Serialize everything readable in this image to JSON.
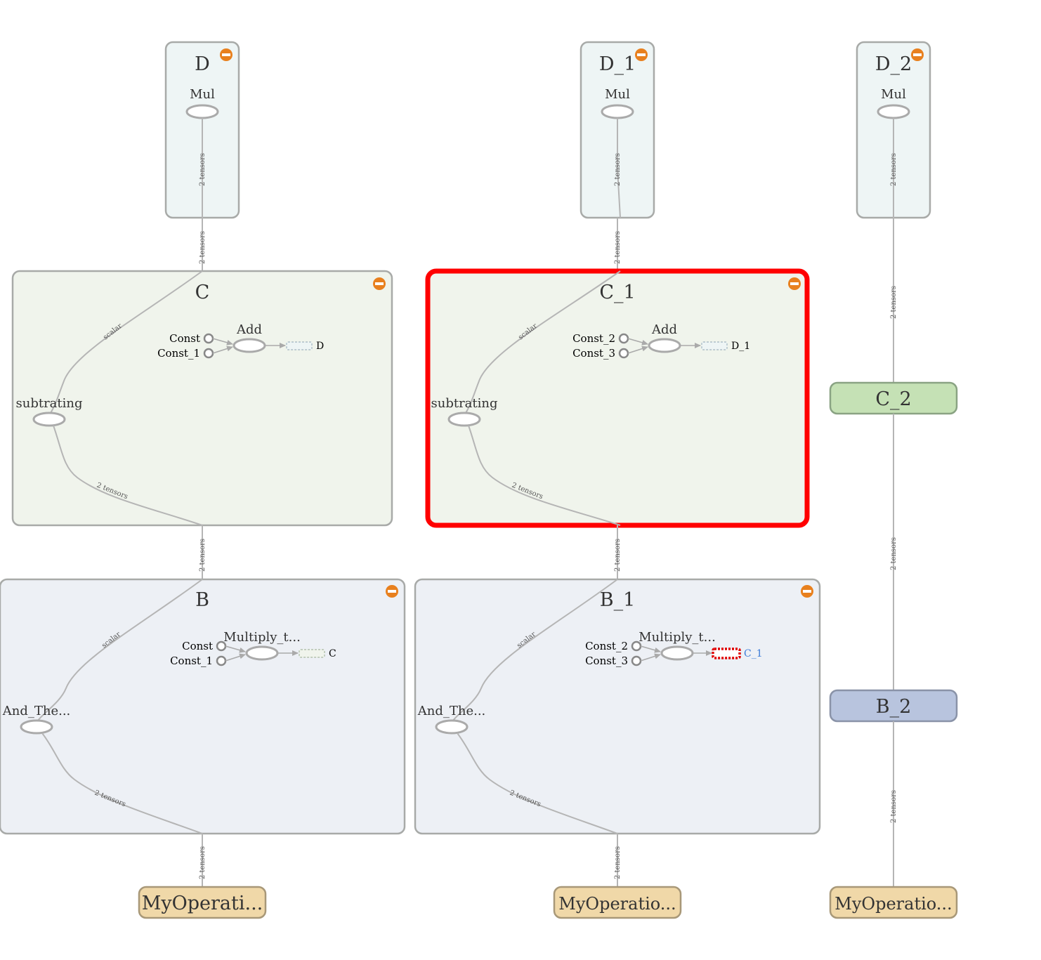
{
  "columns": [
    {
      "d_group": {
        "title": "D",
        "op": "Mul",
        "inner_edge": "2 tensors"
      },
      "d_to_c_edge": "2 tensors",
      "c_group": {
        "title": "C",
        "op": "subtrating",
        "edge_in": "scalar",
        "edge_out": "2 tensors",
        "add": {
          "label": "Add",
          "const_a": "Const",
          "const_b": "Const_1",
          "ref": "D"
        }
      },
      "c_to_b_edge": "2 tensors",
      "b_group": {
        "title": "B",
        "op": "And_The...",
        "edge_in": "scalar",
        "edge_out": "2 tensors",
        "mult": {
          "label": "Multiply_t...",
          "const_a": "Const",
          "const_b": "Const_1",
          "ref": "C"
        }
      },
      "b_to_bottom_edge": "2 tensors",
      "bottom_node": "MyOperati..."
    },
    {
      "d_group": {
        "title": "D_1",
        "op": "Mul",
        "inner_edge": "2 tensors"
      },
      "d_to_c_edge": "2 tensors",
      "c_group": {
        "title": "C_1",
        "op": "subtrating",
        "edge_in": "scalar",
        "edge_out": "2 tensors",
        "add": {
          "label": "Add",
          "const_a": "Const_2",
          "const_b": "Const_3",
          "ref": "D_1"
        }
      },
      "c_to_b_edge": "2 tensors",
      "b_group": {
        "title": "B_1",
        "op": "And_The...",
        "edge_in": "scalar",
        "edge_out": "2 tensors",
        "mult": {
          "label": "Multiply_t...",
          "const_a": "Const_2",
          "const_b": "Const_3",
          "ref": "C_1"
        }
      },
      "b_to_bottom_edge": "2 tensors",
      "bottom_node": "MyOperatio..."
    }
  ],
  "third_column": {
    "d_group": {
      "title": "D_2",
      "op": "Mul",
      "inner_edge": "2 tensors"
    },
    "d_to_c_edge": "2 tensors",
    "c_node": "C_2",
    "c_to_b_edge": "2 tensors",
    "b_node": "B_2",
    "b_to_bottom_edge": "2 tensors",
    "bottom_node": "MyOperatio..."
  },
  "selected_group": "C_1",
  "colors": {
    "d_group_fill": "#eef5f5",
    "c_group_fill": "#f0f4ec",
    "b_group_fill": "#edf0f5",
    "group_stroke": "#a8aaa8",
    "collapse_button": "#e8801e",
    "selection": "#ff0000",
    "c2_fill": "#c5e1b5",
    "c2_stroke": "#8aa383",
    "b2_fill": "#b8c4de",
    "b2_stroke": "#8a93a8",
    "myop_fill": "#f0d8a8",
    "myop_stroke": "#a89878",
    "edge": "#b5b5b5"
  },
  "icons": [
    "collapse-icon",
    "arrowhead-icon"
  ]
}
